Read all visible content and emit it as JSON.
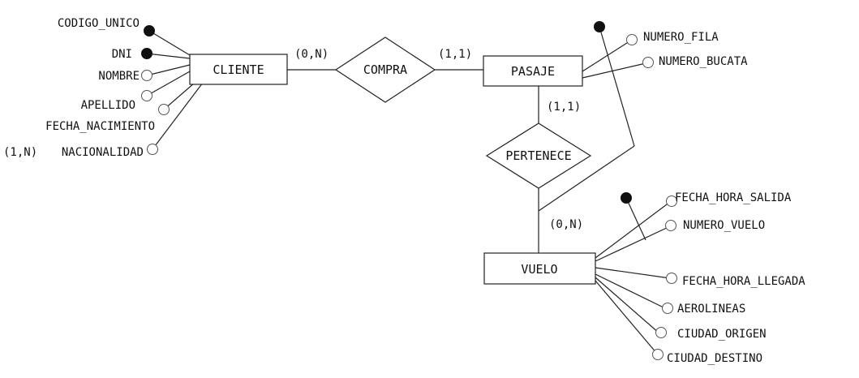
{
  "entities": {
    "cliente": "CLIENTE",
    "pasaje": "PASAJE",
    "vuelo": "VUELO"
  },
  "relationships": {
    "compra": "COMPRA",
    "pertenece": "PERTENECE"
  },
  "cardinalities": {
    "cliente_compra": "(0,N)",
    "compra_pasaje": "(1,1)",
    "pasaje_pertenece": "(1,1)",
    "pertenece_vuelo": "(0,N)",
    "nacionalidad": "(1,N)"
  },
  "attributes": {
    "cliente": [
      {
        "name": "CODIGO_UNICO",
        "key": true
      },
      {
        "name": "DNI",
        "key": true
      },
      {
        "name": "NOMBRE",
        "key": false
      },
      {
        "name": "APELLIDO",
        "key": false
      },
      {
        "name": "FECHA_NACIMIENTO",
        "key": false
      },
      {
        "name": "NACIONALIDAD",
        "key": false
      }
    ],
    "pasaje": [
      {
        "name": "NUMERO_FILA",
        "key": false
      },
      {
        "name": "NUMERO_BUCATA",
        "key": false
      }
    ],
    "vuelo": [
      {
        "name": "FECHA_HORA_SALIDA",
        "key": false
      },
      {
        "name": "NUMERO_VUELO",
        "key": false
      },
      {
        "name": "FECHA_HORA_LLEGADA",
        "key": false
      },
      {
        "name": "AEROLINEAS",
        "key": false
      },
      {
        "name": "CIUDAD_ORIGEN",
        "key": false
      },
      {
        "name": "CIUDAD_DESTINO",
        "key": false
      }
    ]
  },
  "composite_keys": {
    "pasaje_vuelo_key": "key",
    "vuelo_composite_key": "key"
  }
}
